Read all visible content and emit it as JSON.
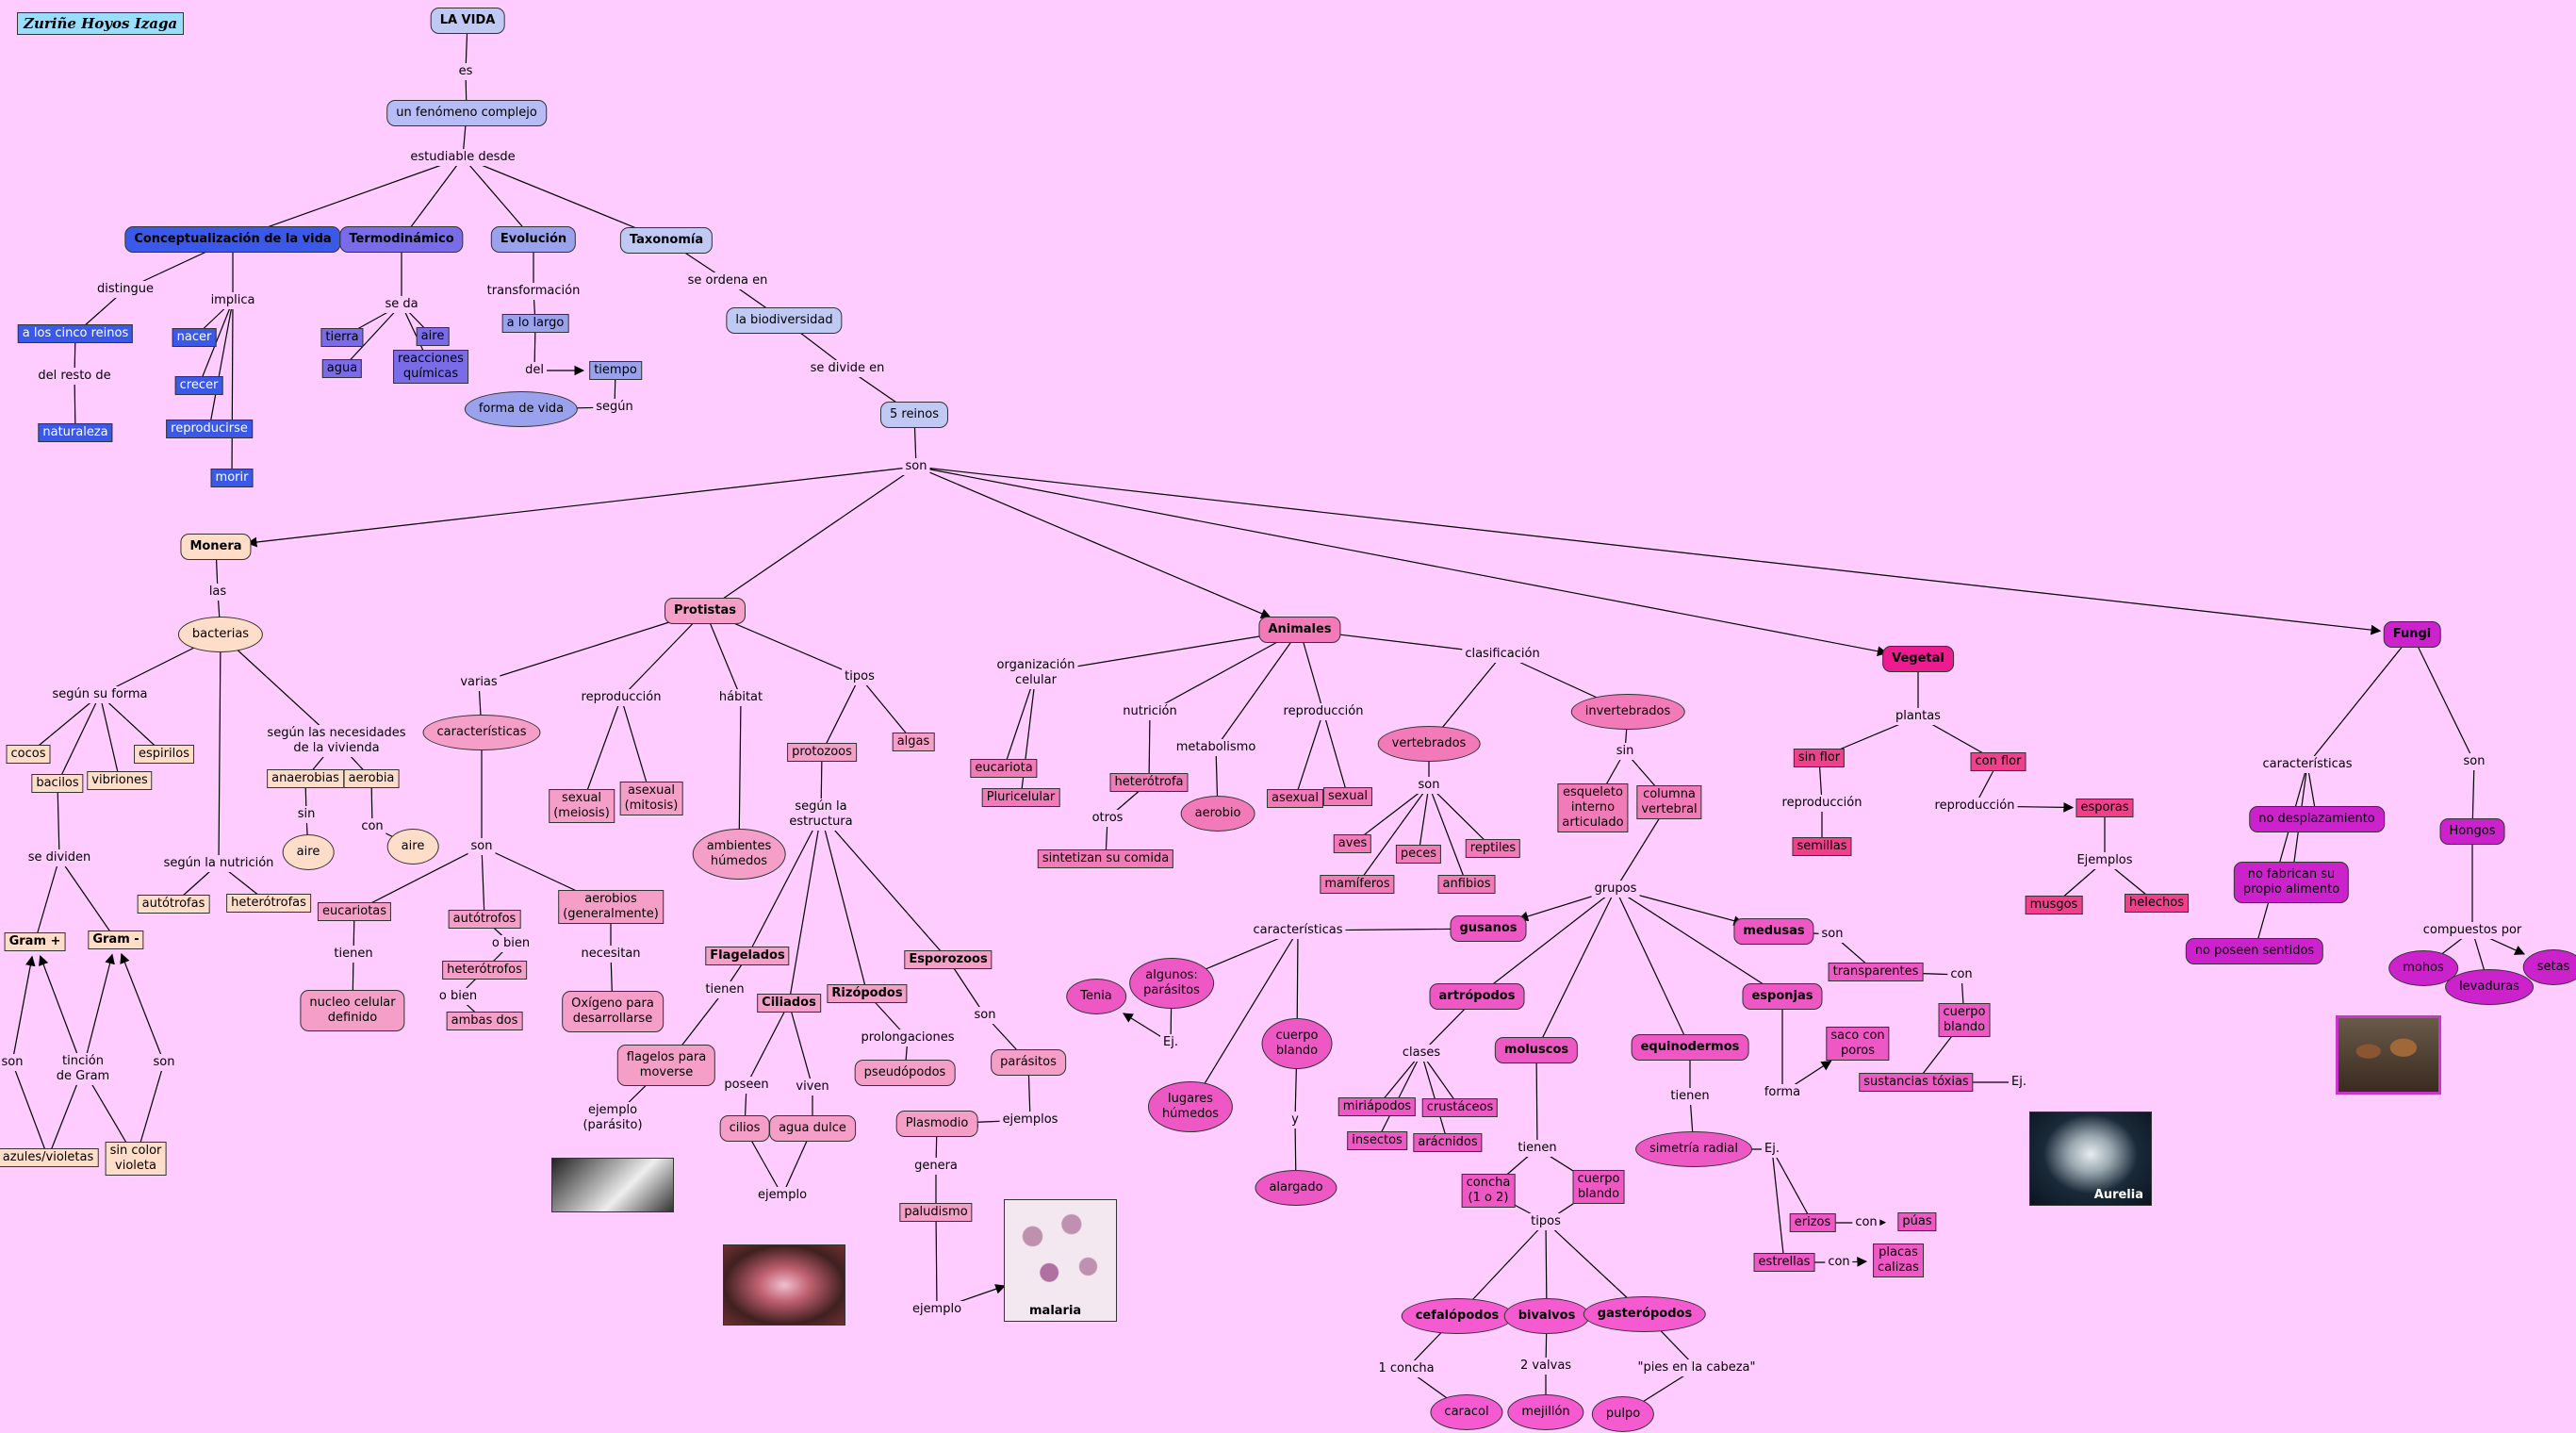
{
  "author": "Zuriñe Hoyos Izaga",
  "colors": {
    "background": "#ffccff",
    "line": "#000000"
  },
  "images": {
    "protozoo": "",
    "paramecio": "",
    "malaria": "malaria",
    "aurelia": "Aurelia",
    "hongos": ""
  },
  "nodes": {
    "la_vida": "LA VIDA",
    "es": "es",
    "fenomeno": "un fenómeno complejo",
    "estudiable": "estudiable desde",
    "conceptualizacion": "Conceptualización de la vida",
    "termodinamico": "Termodinámico",
    "evolucion": "Evolución",
    "taxonomia": "Taxonomía",
    "distingue": "distingue",
    "implica": "implica",
    "cinco_reinos": "a los cinco reinos",
    "del_resto": "del resto de",
    "naturaleza": "naturaleza",
    "nacer": "nacer",
    "crecer": "crecer",
    "reproducirse": "reproducirse",
    "morir": "morir",
    "se_da": "se da",
    "tierra": "tierra",
    "aire_t": "aire",
    "agua_t": "agua",
    "reacciones": "reacciones químicas",
    "transformacion": "transformación",
    "a_lo_largo": "a lo largo",
    "del": "del",
    "tiempo": "tiempo",
    "segun": "según",
    "forma_de_vida": "forma de vida",
    "se_ordena": "se ordena en",
    "biodiversidad": "la biodiversidad",
    "se_divide": "se divide en",
    "cinco_reinos2": "5 reinos",
    "son_reinos": "son",
    "monera": "Monera",
    "las": "las",
    "bacterias": "bacterias",
    "segun_forma": "según su forma",
    "cocos": "cocos",
    "bacilos": "bacilos",
    "vibriones": "vibriones",
    "espirilos": "espirilos",
    "se_dividen": "se dividen",
    "gram_plus": "Gram +",
    "gram_minus": "Gram -",
    "son_gp": "son",
    "son_gm": "son",
    "tincion": "tinción de Gram",
    "azules": "azules/violetas",
    "sin_color": "sin color violeta",
    "segun_nutricion": "según la nutrición",
    "autotrofas": "autótrofas",
    "heterotrofas": "heterótrofas",
    "segun_necesidades": "según las necesidades de la vivienda",
    "anaerobias": "anaerobias",
    "aerobia": "aerobia",
    "sin": "sin",
    "con": "con",
    "aire1": "aire",
    "aire2": "aire",
    "protistas": "Protistas",
    "varias": "varias",
    "caracteristicas_p": "características",
    "son_p": "son",
    "eucariotas": "eucariotas",
    "tienen_p": "tienen",
    "nucleo": "nucleo celular definido",
    "autotrofos": "autótrofos",
    "o_bien1": "o bien",
    "heterotrofos": "heterótrofos",
    "o_bien2": "o bien",
    "ambas": "ambas dos",
    "aerobios": "aerobios (generalmente)",
    "necesitan": "necesitan",
    "oxigeno": "Oxígeno para desarrollarse",
    "reproduccion_p": "reproducción",
    "sexual_p": "sexual (meiosis)",
    "asexual_p": "asexual (mitosis)",
    "habitat": "hábitat",
    "ambientes": "ambientes húmedos",
    "tipos_p": "tipos",
    "protozoos": "protozoos",
    "algas": "algas",
    "segun_estructura": "según la estructura",
    "flagelados": "Flagelados",
    "tienen_f": "tienen",
    "flagelos": "flagelos para moverse",
    "ejemplo_parasito": "ejemplo (parásito)",
    "ciliados": "Ciliados",
    "poseen": "poseen",
    "viven": "viven",
    "cilios": "cilios",
    "agua_dulce": "agua dulce",
    "ejemplo_c": "ejemplo",
    "rizopodos": "Rizópodos",
    "prolongaciones": "prolongaciones",
    "pseudopodos": "pseudópodos",
    "esporozoos": "Esporozoos",
    "son_e": "son",
    "parasitos": "parásitos",
    "ejemplos_e": "ejemplos",
    "plasmodio": "Plasmodio",
    "genera": "genera",
    "paludismo": "paludismo",
    "ejemplo_m": "ejemplo",
    "animales": "Animales",
    "organizacion": "organización celular",
    "eucariota": "eucariota",
    "pluricelular": "Pluricelular",
    "nutricion": "nutrición",
    "heterotrofa": "heterótrofa",
    "otros": "otros",
    "sintetizan": "sintetizan su comida",
    "metabolismo": "metabolismo",
    "aerobio": "aerobio",
    "reproduccion_a": "reproducción",
    "asexual_a": "asexual",
    "sexual_a": "sexual",
    "clasificacion": "clasificación",
    "vertebrados": "vertebrados",
    "son_v": "son",
    "aves": "aves",
    "peces": "peces",
    "reptiles": "reptiles",
    "mamiferos": "mamíferos",
    "anfibios": "anfibios",
    "invertebrados": "invertebrados",
    "sin_i": "sin",
    "esqueleto": "esqueleto interno articulado",
    "columna": "columna vertebral",
    "grupos": "grupos",
    "gusanos": "gusanos",
    "caracteristicas_g": "características",
    "algunos_parasitos": "algunos: parásitos",
    "ej_tenia": "Ej.",
    "tenia": "Tenia",
    "lugares": "lugares húmedos",
    "cuerpo_blando_g": "cuerpo blando",
    "y": "y",
    "alargado": "alargado",
    "artropodos": "artrópodos",
    "clases": "clases",
    "miriapodos": "miriápodos",
    "crustaceos": "crustáceos",
    "insectos": "insectos",
    "aracnidos": "arácnidos",
    "moluscos": "moluscos",
    "tienen_m": "tienen",
    "concha": "concha (1 o 2)",
    "cuerpo_blando_m": "cuerpo blando",
    "tipos_m": "tipos",
    "cefalopodos": "cefalópodos",
    "bivalvos": "bivalvos",
    "gasteropodos": "gasterópodos",
    "una_concha": "1 concha",
    "dos_valvas": "2 valvas",
    "pies_cabeza": "\"pies en la cabeza\"",
    "caracol": "caracol",
    "mejillon": "mejillón",
    "pulpo": "pulpo",
    "equinodermos": "equinodermos",
    "tienen_e": "tienen",
    "simetria": "simetría radial",
    "ej_e": "Ej.",
    "erizos": "erizos",
    "con_erizos": "con",
    "puas": "púas",
    "estrellas": "estrellas",
    "con_estrellas": "con",
    "placas": "placas calizas",
    "esponjas": "esponjas",
    "forma": "forma",
    "saco": "saco con poros",
    "medusas": "medusas",
    "son_med": "son",
    "transparentes": "transparentes",
    "con_med": "con",
    "cuerpo_blando_med": "cuerpo blando",
    "sustancias": "sustancias tóxias",
    "ej_med": "Ej.",
    "vegetal": "Vegetal",
    "plantas": "plantas",
    "sin_flor": "sin flor",
    "con_flor": "con flor",
    "reproduccion_sf": "reproducción",
    "semillas": "semillas",
    "reproduccion_cf": "reproducción",
    "esporas": "esporas",
    "ejemplos_v": "Ejemplos",
    "musgos": "musgos",
    "helechos": "helechos",
    "fungi": "Fungi",
    "caracteristicas_f": "características",
    "no_desplazamiento": "no desplazamiento",
    "no_fabrican": "no fabrican su propio alimento",
    "no_sentidos": "no poseen sentidos",
    "son_f": "son",
    "hongos": "Hongos",
    "compuestos": "compuestos por",
    "mohos": "mohos",
    "levaduras": "levaduras",
    "setas": "setas"
  }
}
